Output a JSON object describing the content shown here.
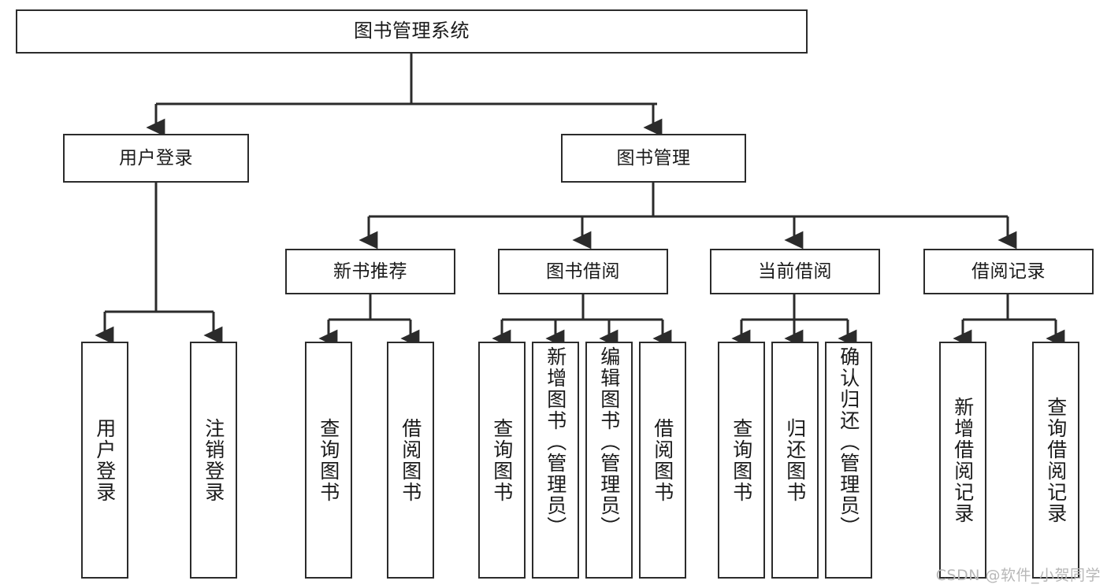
{
  "diagram": {
    "type": "tree",
    "title": "图书管理系统",
    "watermark": "CSDN @软件_小贺同学",
    "colors": {
      "box_border": "#2b2b2b",
      "box_fill": "#ffffff",
      "edge": "#2b2b2b",
      "text": "#1a1a1a",
      "watermark": "#b7b7b7",
      "background": "#ffffff"
    },
    "nodes": {
      "root": {
        "label": "图书管理系统"
      },
      "level2": [
        {
          "id": "user-login",
          "label": "用户登录"
        },
        {
          "id": "book-management",
          "label": "图书管理"
        }
      ],
      "level3": [
        {
          "id": "new-book-recommend",
          "label": "新书推荐"
        },
        {
          "id": "book-borrow",
          "label": "图书借阅"
        },
        {
          "id": "current-borrow",
          "label": "当前借阅"
        },
        {
          "id": "borrow-record",
          "label": "借阅记录"
        }
      ],
      "leaves": {
        "user-login": [
          {
            "id": "leaf-user-login",
            "label": "用户登录"
          },
          {
            "id": "leaf-logout",
            "label": "注销登录"
          }
        ],
        "new-book-recommend": [
          {
            "id": "leaf-query-book-1",
            "label": "查询图书"
          },
          {
            "id": "leaf-borrow-book-1",
            "label": "借阅图书"
          }
        ],
        "book-borrow": [
          {
            "id": "leaf-query-book-2",
            "label": "查询图书"
          },
          {
            "id": "leaf-add-book",
            "label": "新增图书（管理员）"
          },
          {
            "id": "leaf-edit-book",
            "label": "编辑图书（管理员）"
          },
          {
            "id": "leaf-borrow-book-2",
            "label": "借阅图书"
          }
        ],
        "current-borrow": [
          {
            "id": "leaf-query-book-3",
            "label": "查询图书"
          },
          {
            "id": "leaf-return-book",
            "label": "归还图书"
          },
          {
            "id": "leaf-confirm-return",
            "label": "确认归还（管理员）"
          }
        ],
        "borrow-record": [
          {
            "id": "leaf-add-record",
            "label": "新增借阅记录"
          },
          {
            "id": "leaf-query-record",
            "label": "查询借阅记录"
          }
        ]
      }
    }
  }
}
